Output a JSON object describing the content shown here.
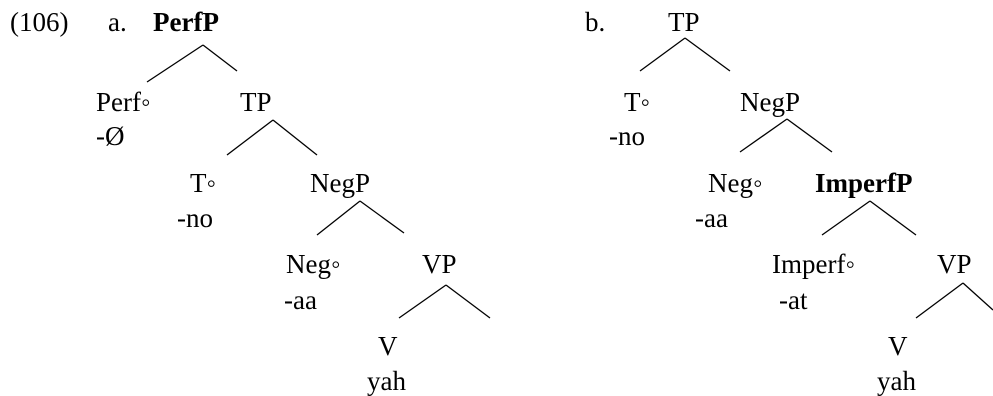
{
  "example_number": "(106)",
  "trees": [
    {
      "letter": "a.",
      "nodes": [
        {
          "id": "perfp",
          "label": "PerfP",
          "bold": true
        },
        {
          "id": "perf-head",
          "label": "Perf◦"
        },
        {
          "id": "perf-morph",
          "label": "-Ø"
        },
        {
          "id": "tp",
          "label": "TP"
        },
        {
          "id": "t-head",
          "label": "T◦"
        },
        {
          "id": "t-morph",
          "label": "-no"
        },
        {
          "id": "negp",
          "label": "NegP"
        },
        {
          "id": "neg-head",
          "label": "Neg◦"
        },
        {
          "id": "neg-morph",
          "label": "-aa"
        },
        {
          "id": "vp",
          "label": "VP"
        },
        {
          "id": "v",
          "label": "V"
        },
        {
          "id": "v-morph",
          "label": "yah"
        }
      ]
    },
    {
      "letter": "b.",
      "nodes": [
        {
          "id": "tp",
          "label": "TP"
        },
        {
          "id": "t-head",
          "label": "T◦"
        },
        {
          "id": "t-morph",
          "label": "-no"
        },
        {
          "id": "negp",
          "label": "NegP"
        },
        {
          "id": "neg-head",
          "label": "Neg◦"
        },
        {
          "id": "neg-morph",
          "label": "-aa"
        },
        {
          "id": "imperfp",
          "label": "ImperfP",
          "bold": true
        },
        {
          "id": "imperf-head",
          "label": "Imperf◦"
        },
        {
          "id": "imperf-morph",
          "label": "-at"
        },
        {
          "id": "vp",
          "label": "VP"
        },
        {
          "id": "v",
          "label": "V"
        },
        {
          "id": "v-morph",
          "label": "yah"
        }
      ]
    }
  ]
}
